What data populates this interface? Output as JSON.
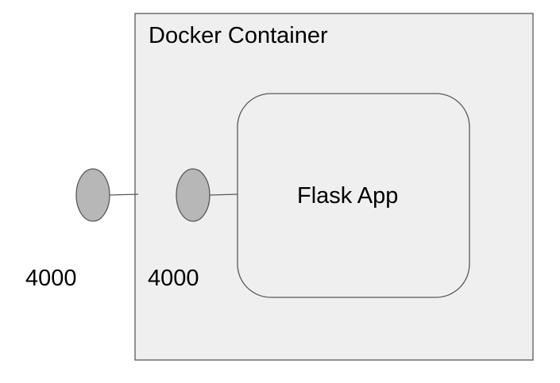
{
  "diagram": {
    "container": {
      "title": "Docker Container",
      "fill": "#efefef",
      "stroke": "#595959"
    },
    "app": {
      "label": "Flask App"
    },
    "ports": {
      "host_label": "4000",
      "container_label": "4000",
      "fill": "#b7b7b7",
      "stroke": "#595959"
    }
  }
}
